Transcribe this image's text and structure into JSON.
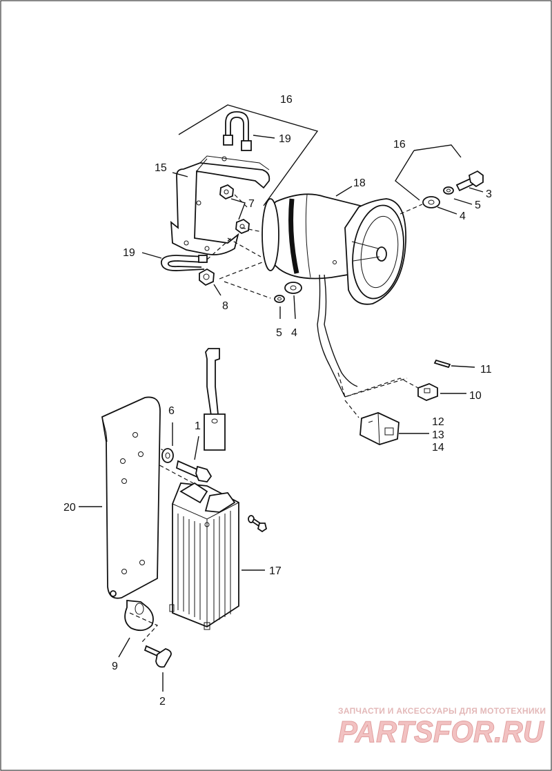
{
  "callouts": {
    "c1": "1",
    "c2": "2",
    "c3": "3",
    "c4a": "4",
    "c4b": "4",
    "c5a": "5",
    "c5b": "5",
    "c6": "6",
    "c7": "7",
    "c8": "8",
    "c9": "9",
    "c10": "10",
    "c11": "11",
    "c12": "12",
    "c13": "13",
    "c14": "14",
    "c15": "15",
    "c16a": "16",
    "c16b": "16",
    "c17": "17",
    "c18": "18",
    "c19a": "19",
    "c19b": "19",
    "c20": "20"
  },
  "watermark": {
    "caption": "ЗАПЧАСТИ И АКСЕССУАРЫ ДЛЯ МОТОТЕХНИКИ",
    "logo": "PARTSFOR.RU"
  }
}
